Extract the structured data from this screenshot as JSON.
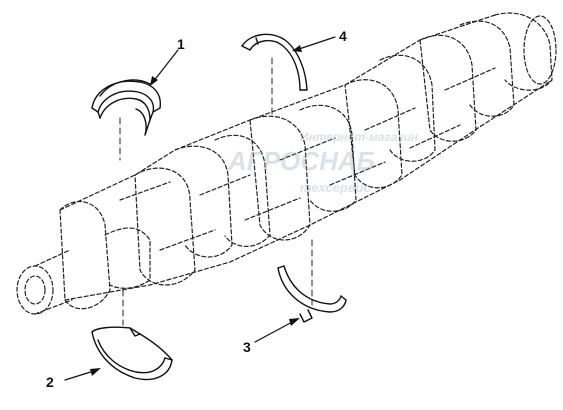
{
  "callouts": {
    "c1": "1",
    "c2": "2",
    "c3": "3",
    "c4": "4"
  },
  "watermark": {
    "line1": "Интернет-магазин",
    "line2": "АГРОСНАБ",
    "line3": "техсервис"
  },
  "colors": {
    "ink": "#111111",
    "watermark": "#96aabe"
  }
}
